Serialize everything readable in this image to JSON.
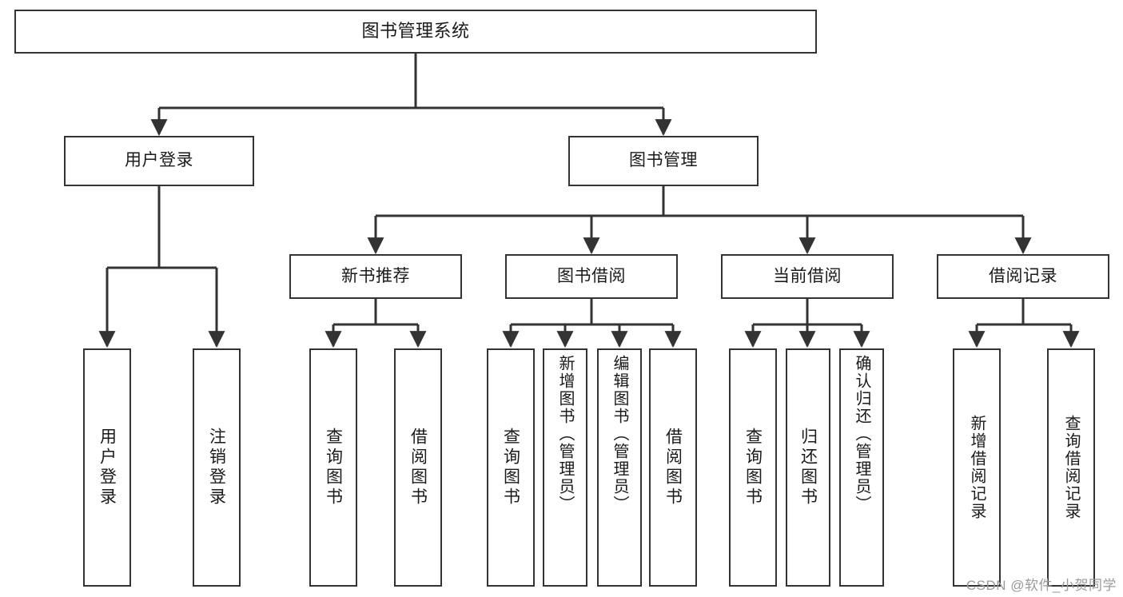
{
  "diagram": {
    "title": "图书管理系统",
    "watermark": "CSDN @软件_小贺同学",
    "line_color": "#333333",
    "box_fill": "#ffffff",
    "text_color": "#1a1a1a",
    "nodes": {
      "root": "图书管理系统",
      "user_login": "用户登录",
      "book_manage": "图书管理",
      "new_book_rec": "新书推荐",
      "book_borrow": "图书借阅",
      "current_borrow": "当前借阅",
      "borrow_record": "借阅记录",
      "leaf_user_login": "用户登录",
      "leaf_user_logout": "注销登录",
      "leaf_query_book_1": "查询图书",
      "leaf_borrow_book_1": "借阅图书",
      "leaf_query_book_2": "查询图书",
      "leaf_add_book": "新增图书（管理员）",
      "leaf_edit_book": "编辑图书（管理员）",
      "leaf_borrow_book_2": "借阅图书",
      "leaf_query_book_3": "查询图书",
      "leaf_return_book": "归还图书",
      "leaf_confirm_return": "确认归还（管理员）",
      "leaf_add_record": "新增借阅记录",
      "leaf_query_record": "查询借阅记录"
    },
    "chart_data": {
      "type": "tree",
      "title": "图书管理系统",
      "levels": 4,
      "tree": {
        "label": "图书管理系统",
        "children": [
          {
            "label": "用户登录",
            "children": [
              {
                "label": "用户登录"
              },
              {
                "label": "注销登录"
              }
            ]
          },
          {
            "label": "图书管理",
            "children": [
              {
                "label": "新书推荐",
                "children": [
                  {
                    "label": "查询图书"
                  },
                  {
                    "label": "借阅图书"
                  }
                ]
              },
              {
                "label": "图书借阅",
                "children": [
                  {
                    "label": "查询图书"
                  },
                  {
                    "label": "新增图书（管理员）"
                  },
                  {
                    "label": "编辑图书（管理员）"
                  },
                  {
                    "label": "借阅图书"
                  }
                ]
              },
              {
                "label": "当前借阅",
                "children": [
                  {
                    "label": "查询图书"
                  },
                  {
                    "label": "归还图书"
                  },
                  {
                    "label": "确认归还（管理员）"
                  }
                ]
              },
              {
                "label": "借阅记录",
                "children": [
                  {
                    "label": "新增借阅记录"
                  },
                  {
                    "label": "查询借阅记录"
                  }
                ]
              }
            ]
          }
        ]
      }
    }
  }
}
